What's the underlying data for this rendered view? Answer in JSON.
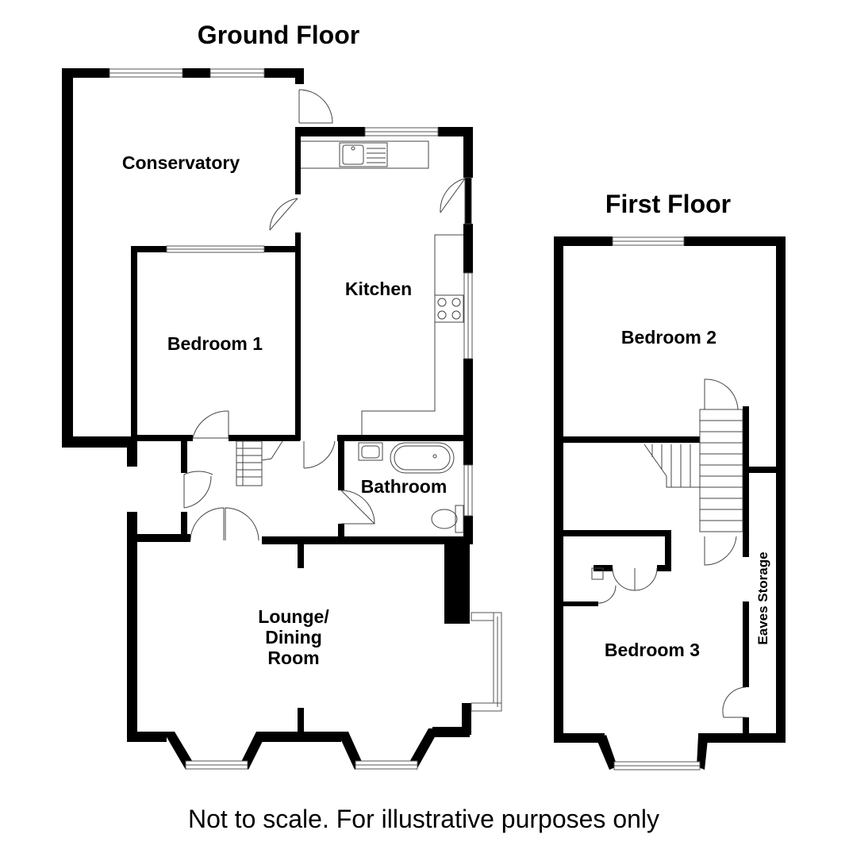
{
  "titles": {
    "ground_floor": "Ground Floor",
    "first_floor": "First Floor"
  },
  "rooms": {
    "conservatory": "Conservatory",
    "kitchen": "Kitchen",
    "bedroom1": "Bedroom 1",
    "bathroom": "Bathroom",
    "lounge_line1": "Lounge/",
    "lounge_line2": "Dining",
    "lounge_line3": "Room",
    "bedroom2": "Bedroom 2",
    "bedroom3": "Bedroom 3",
    "eaves": "Eaves Storage"
  },
  "footer": "Not to scale. For illustrative purposes only"
}
